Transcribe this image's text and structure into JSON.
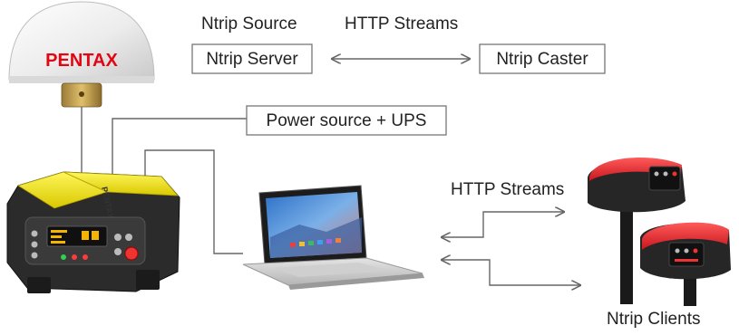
{
  "labels": {
    "ntrip_source": "Ntrip Source",
    "http_streams_top": "HTTP Streams",
    "ntrip_server": "Ntrip Server",
    "ntrip_caster": "Ntrip Caster",
    "power_source": "Power source + UPS",
    "http_streams_right": "HTTP Streams",
    "ntrip_clients": "Ntrip Clients"
  },
  "devices": {
    "antenna_brand": "PENTAX",
    "receiver_brand": "PENTAX"
  },
  "colors": {
    "box_border": "#777777",
    "connector_line": "#666666",
    "arrow": "#666666",
    "receiver_yellow": "#f2e600",
    "receiver_dark": "#2b2b2b",
    "antenna_white": "#eeeeee",
    "antenna_brand_red": "#e10613",
    "client_red": "#e8242b"
  }
}
